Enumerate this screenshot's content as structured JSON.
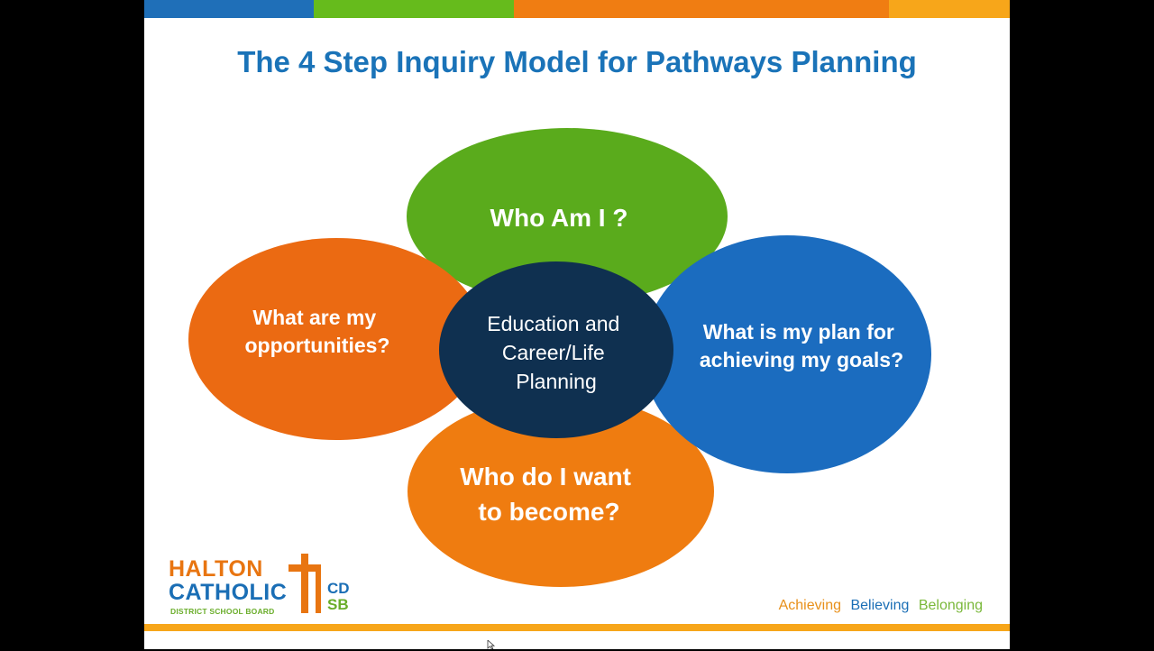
{
  "title": "The 4 Step Inquiry Model for Pathways Planning",
  "top_bar": [
    {
      "color": "#1f6fb8",
      "width": 188
    },
    {
      "color": "#66bb1c",
      "width": 222
    },
    {
      "color": "#f07d12",
      "width": 416
    },
    {
      "color": "#f7a61a",
      "width": 134
    }
  ],
  "diagram": {
    "top": {
      "label_lines": [
        "Who Am I ?"
      ],
      "color": "#5aab1c"
    },
    "left": {
      "label_lines": [
        "What are my",
        "opportunities?"
      ],
      "color": "#eb6a12"
    },
    "right": {
      "label_lines": [
        "What is my plan for",
        "achieving my goals?"
      ],
      "color": "#1b6cbf"
    },
    "bottom": {
      "label_lines": [
        "Who do I want",
        "to become?"
      ],
      "color": "#ef7c10"
    },
    "center": {
      "label_lines": [
        "Education and",
        "Career/Life",
        "Planning"
      ],
      "color": "#0f3050"
    }
  },
  "logo": {
    "line1": "HALTON",
    "line2": "CATHOLIC",
    "line3": "DISTRICT SCHOOL BOARD",
    "abbr_top": "CD",
    "abbr_bottom": "SB"
  },
  "tagline": {
    "word1": "Achieving",
    "word1_color": "#e8901a",
    "word2": "Believing",
    "word2_color": "#1a6eb5",
    "word3": "Belonging",
    "word3_color": "#7ab83a"
  }
}
